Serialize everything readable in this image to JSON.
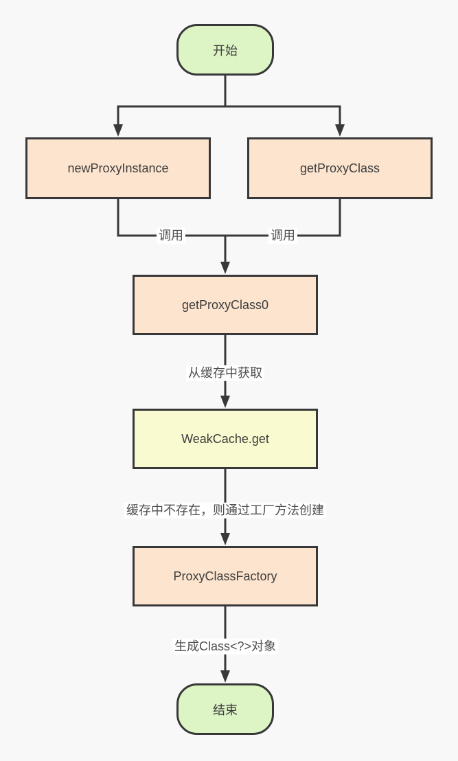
{
  "diagram": {
    "type": "flowchart",
    "nodes": {
      "start": {
        "label": "开始",
        "shape": "pill",
        "fill": "#ddf5c5"
      },
      "new_proxy_instance": {
        "label": "newProxyInstance",
        "shape": "rect",
        "fill": "#fce4ce"
      },
      "get_proxy_class": {
        "label": "getProxyClass",
        "shape": "rect",
        "fill": "#fce4ce"
      },
      "get_proxy_class0": {
        "label": "getProxyClass0",
        "shape": "rect",
        "fill": "#fce4ce"
      },
      "weak_cache_get": {
        "label": "WeakCache.get",
        "shape": "rect",
        "fill": "#fafad0"
      },
      "proxy_class_factory": {
        "label": "ProxyClassFactory",
        "shape": "rect",
        "fill": "#fce4ce"
      },
      "end": {
        "label": "结束",
        "shape": "pill",
        "fill": "#ddf5c5"
      }
    },
    "edge_labels": {
      "call_left": "调用",
      "call_right": "调用",
      "from_cache": "从缓存中获取",
      "cache_miss": "缓存中不存在，则通过工厂方法创建",
      "generate_class": "生成Class<?>对象"
    },
    "colors": {
      "background": "#f8f8f8",
      "stroke": "#383838",
      "node_fill_green": "#ddf5c5",
      "node_fill_peach": "#fce4ce",
      "node_fill_yellow": "#fafad0",
      "node_border": "#383838",
      "node_text": "#3d3d3d",
      "edge_label_text": "#4f4f4f",
      "edge_label_background": "#ffffff"
    }
  }
}
